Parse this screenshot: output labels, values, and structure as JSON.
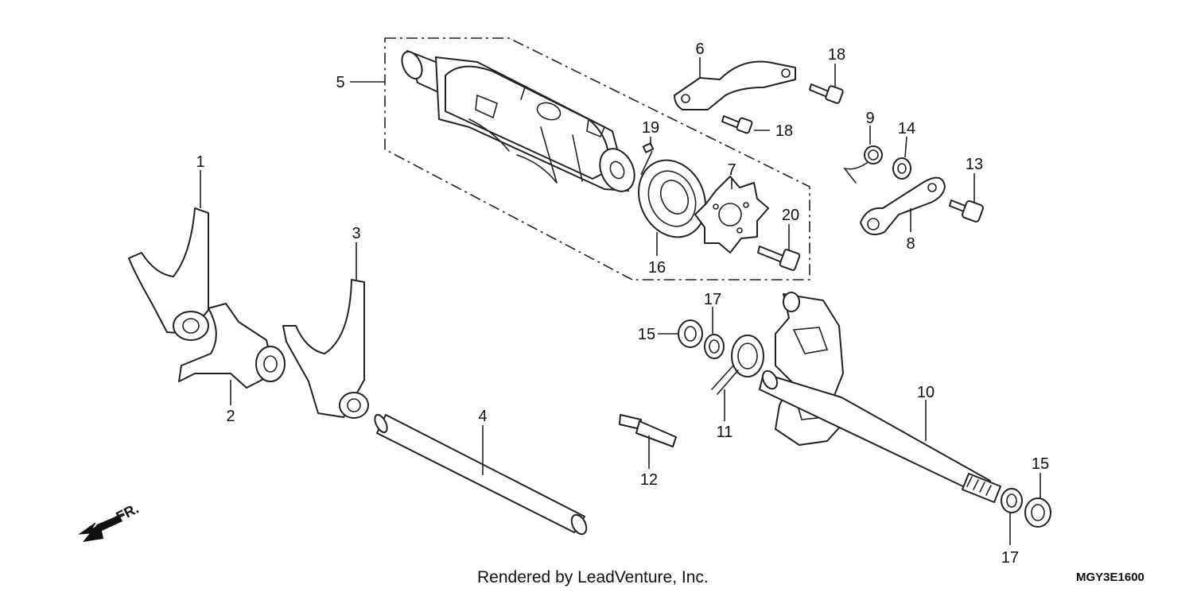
{
  "callouts": {
    "c1": "1",
    "c2": "2",
    "c3": "3",
    "c4": "4",
    "c5": "5",
    "c6": "6",
    "c7": "7",
    "c8": "8",
    "c9": "9",
    "c10": "10",
    "c11": "11",
    "c12": "12",
    "c13": "13",
    "c14": "14",
    "c15a": "15",
    "c15b": "15",
    "c16": "16",
    "c17a": "17",
    "c17b": "17",
    "c18a": "18",
    "c18b": "18",
    "c19": "19",
    "c20": "20"
  },
  "direction_label": "FR.",
  "credit": "Rendered by LeadVenture, Inc.",
  "diagram_code": "MGY3E1600",
  "icons": {
    "direction": "arrow-front-icon"
  }
}
